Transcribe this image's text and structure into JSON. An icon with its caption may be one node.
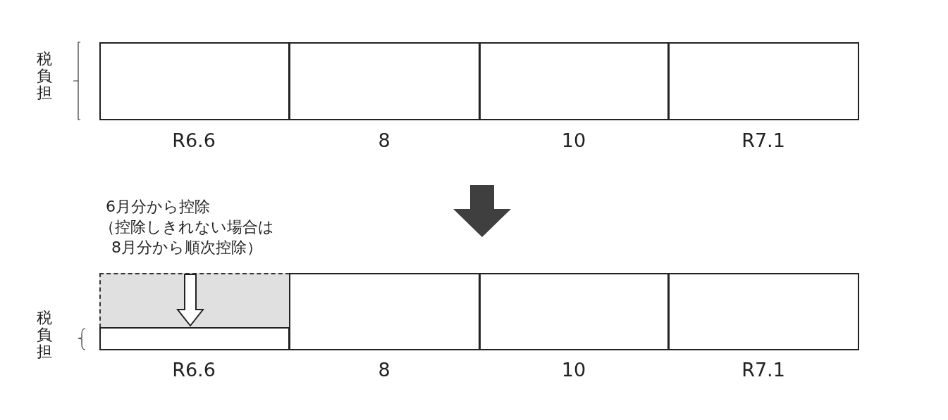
{
  "diagram": {
    "nodes": [
      {
        "text": [],
        "shape": "box"
      },
      {
        "text": [],
        "shape": "box"
      },
      {
        "text": [],
        "shape": "box"
      },
      {
        "text": [],
        "shape": "box"
      },
      {
        "text": [],
        "shape": "box"
      },
      {
        "text": [],
        "shape": "box"
      },
      {
        "text": [],
        "shape": "box"
      },
      {
        "text": [],
        "shape": "box"
      },
      {
        "text": [],
        "shape": "box"
      }
    ],
    "edges": [],
    "labels": [
      "税負担",
      "R6.6",
      "8",
      "10",
      "R7.1",
      "6月分から控除",
      "（控除しきれない場合は",
      "8月分から順次控除）",
      "税負担",
      "R6.6",
      "8",
      "10",
      "R7.1"
    ]
  }
}
